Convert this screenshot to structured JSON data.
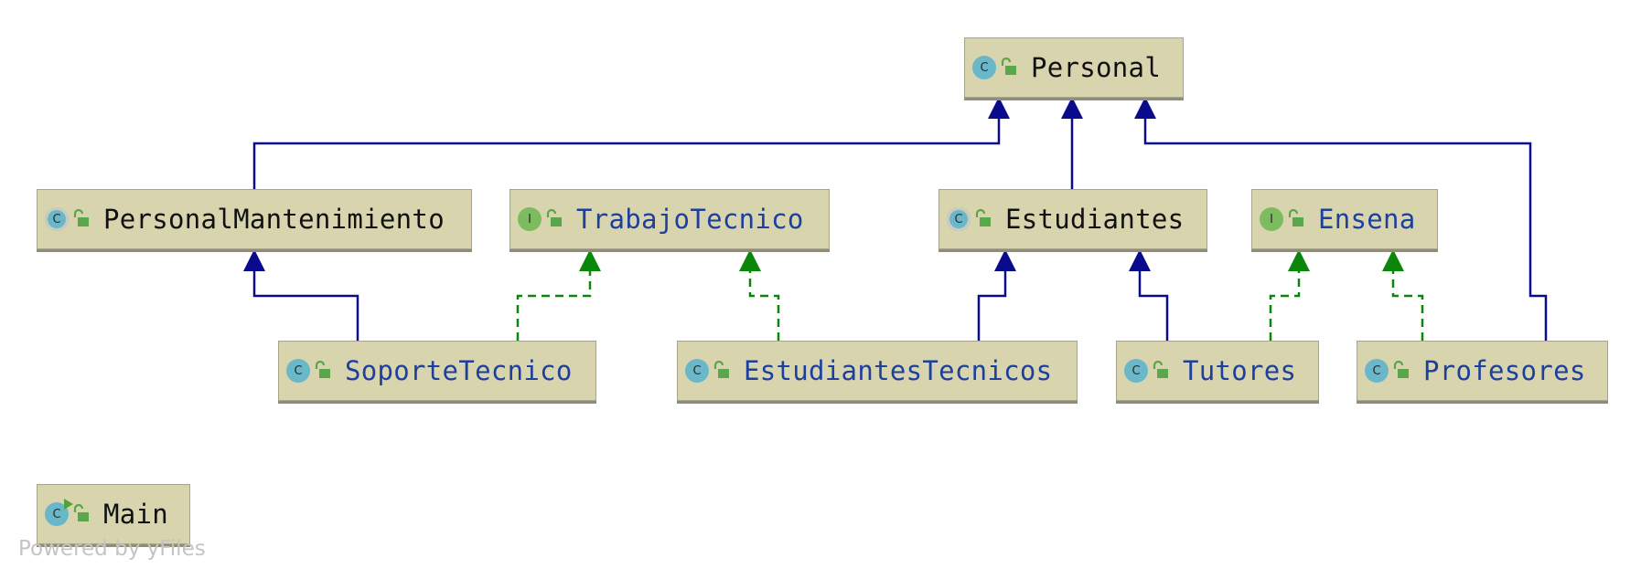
{
  "diagram": {
    "nodes": {
      "personal": {
        "name": "Personal",
        "kind": "C",
        "kind_type": "class"
      },
      "personal_mantenimiento": {
        "name": "PersonalMantenimiento",
        "kind": "C",
        "kind_type": "abstract"
      },
      "trabajo_tecnico": {
        "name": "TrabajoTecnico",
        "kind": "I",
        "kind_type": "interface"
      },
      "estudiantes": {
        "name": "Estudiantes",
        "kind": "C",
        "kind_type": "abstract"
      },
      "ensena": {
        "name": "Ensena",
        "kind": "I",
        "kind_type": "interface"
      },
      "soporte_tecnico": {
        "name": "SoporteTecnico",
        "kind": "C",
        "kind_type": "class"
      },
      "estudiantes_tecnicos": {
        "name": "EstudiantesTecnicos",
        "kind": "C",
        "kind_type": "class"
      },
      "tutores": {
        "name": "Tutores",
        "kind": "C",
        "kind_type": "class"
      },
      "profesores": {
        "name": "Profesores",
        "kind": "C",
        "kind_type": "class"
      },
      "main": {
        "name": "Main",
        "kind": "C",
        "kind_type": "runnable-class"
      }
    },
    "edges": [
      {
        "from": "personal_mantenimiento",
        "to": "personal",
        "type": "extends"
      },
      {
        "from": "estudiantes",
        "to": "personal",
        "type": "extends"
      },
      {
        "from": "profesores",
        "to": "personal",
        "type": "extends"
      },
      {
        "from": "soporte_tecnico",
        "to": "personal_mantenimiento",
        "type": "extends"
      },
      {
        "from": "soporte_tecnico",
        "to": "trabajo_tecnico",
        "type": "implements"
      },
      {
        "from": "estudiantes_tecnicos",
        "to": "trabajo_tecnico",
        "type": "implements"
      },
      {
        "from": "estudiantes_tecnicos",
        "to": "estudiantes",
        "type": "extends"
      },
      {
        "from": "tutores",
        "to": "estudiantes",
        "type": "extends"
      },
      {
        "from": "tutores",
        "to": "ensena",
        "type": "implements"
      },
      {
        "from": "profesores",
        "to": "ensena",
        "type": "implements"
      }
    ]
  },
  "colors": {
    "node_fill": "#d8d5ae",
    "extends_edge": "#0a0a8c",
    "implements_edge": "#0a860a",
    "project_class_text": "#1d3f9e",
    "library_class_text": "#111111"
  },
  "footer": {
    "powered_by": "Powered by yFiles"
  }
}
